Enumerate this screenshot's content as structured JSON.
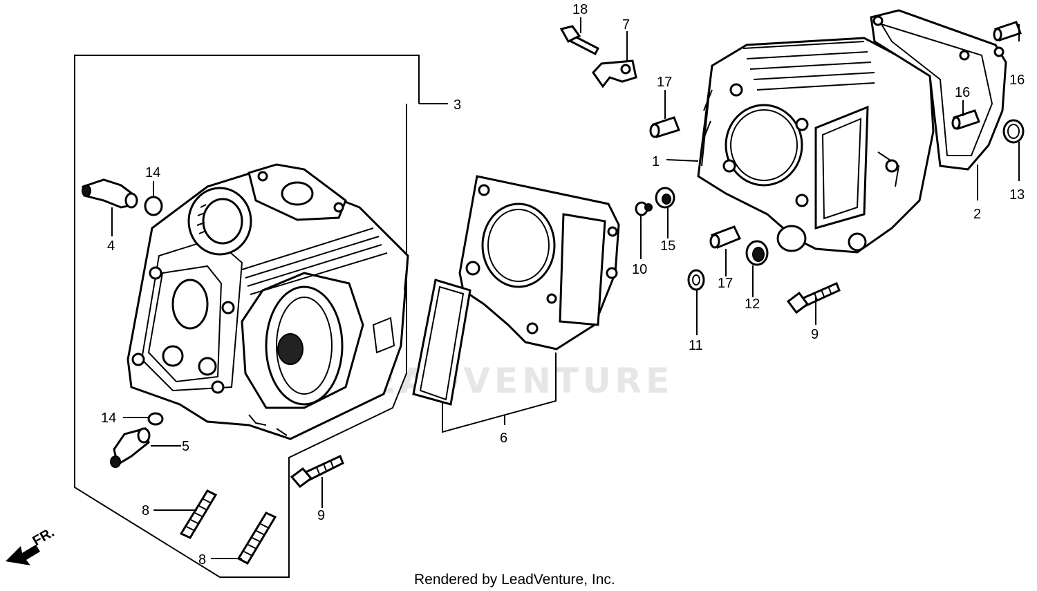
{
  "diagram": {
    "callouts": {
      "c1": "1",
      "c2": "2",
      "c3": "3",
      "c4": "4",
      "c5": "5",
      "c6": "6",
      "c7": "7",
      "c8a": "8",
      "c8b": "8",
      "c9a": "9",
      "c9b": "9",
      "c10": "10",
      "c11": "11",
      "c12": "12",
      "c13": "13",
      "c14a": "14",
      "c14b": "14",
      "c15": "15",
      "c16a": "16",
      "c16b": "16",
      "c17a": "17",
      "c17b": "17",
      "c18": "18"
    },
    "direction_label": "FR.",
    "watermark": "LEADVENTURE",
    "footer": "Rendered by LeadVenture, Inc."
  }
}
